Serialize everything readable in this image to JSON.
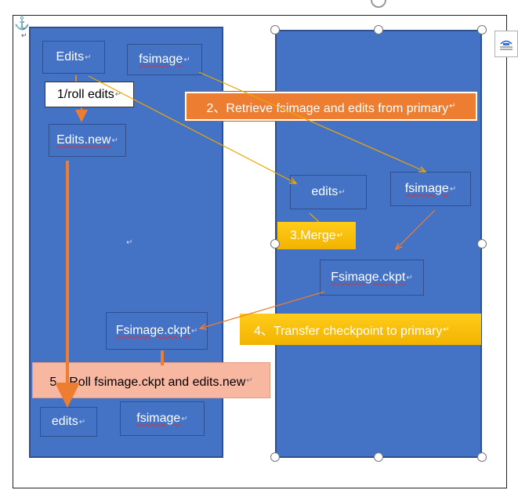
{
  "left_panel": {
    "edits": "Edits",
    "fsimage": "fsimage",
    "roll_edits": "1/roll edits",
    "edits_new": "Edits.new",
    "fsimage_ckpt": "Fsimage.ckpt",
    "bottom_edits": "edits",
    "bottom_fsimage": "fsimage"
  },
  "right_panel": {
    "edits": "edits",
    "fsimage": "fsimage",
    "merge": "3.Merge",
    "fsimage_ckpt": "Fsimage.ckpt"
  },
  "steps": {
    "retrieve": "2、Retrieve fsimage and edits from primary",
    "transfer": "4、Transfer checkpoint to primary",
    "roll": "5、Roll fsimage.ckpt and edits.new"
  },
  "marks": {
    "paragraph": "↵",
    "anchor": "⚓"
  },
  "icons": {
    "anchor": "anchor-icon",
    "layout_options": "layout-options-icon",
    "rotate_handle": "rotate-handle-icon"
  },
  "colors": {
    "panel_blue": "#4472c4",
    "orange": "#ed7d31",
    "gold": "#ffc000",
    "salmon": "#f8b7a0",
    "arrow_orange": "#ed7d31",
    "arrow_gold": "#e8a317"
  }
}
